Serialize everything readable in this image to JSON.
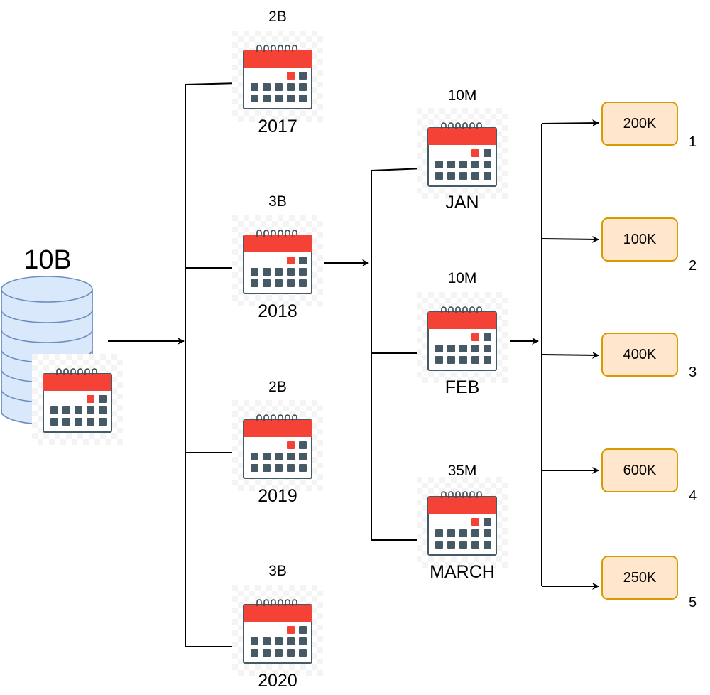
{
  "source": {
    "total": "10B",
    "db_icon": "database-icon",
    "calendar_icon": "calendar-icon"
  },
  "years": [
    {
      "label": "2017",
      "count": "2B"
    },
    {
      "label": "2018",
      "count": "3B"
    },
    {
      "label": "2019",
      "count": "2B"
    },
    {
      "label": "2020",
      "count": "3B"
    }
  ],
  "months": [
    {
      "label": "JAN",
      "count": "10M"
    },
    {
      "label": "FEB",
      "count": "10M"
    },
    {
      "label": "MARCH",
      "count": "35M"
    }
  ],
  "partitions": [
    {
      "value": "200K",
      "index": "1"
    },
    {
      "value": "100K",
      "index": "2"
    },
    {
      "value": "400K",
      "index": "3"
    },
    {
      "value": "600K",
      "index": "4"
    },
    {
      "value": "250K",
      "index": "5"
    }
  ],
  "colors": {
    "calendar_header": "#f44336",
    "calendar_cell": "#455a64",
    "calendar_highlight": "#f44336",
    "database_fill": "#dae8fc",
    "database_stroke": "#6c8ebf",
    "box_fill": "#ffe6cc",
    "box_stroke": "#d79b00",
    "arrow": "#000000"
  }
}
